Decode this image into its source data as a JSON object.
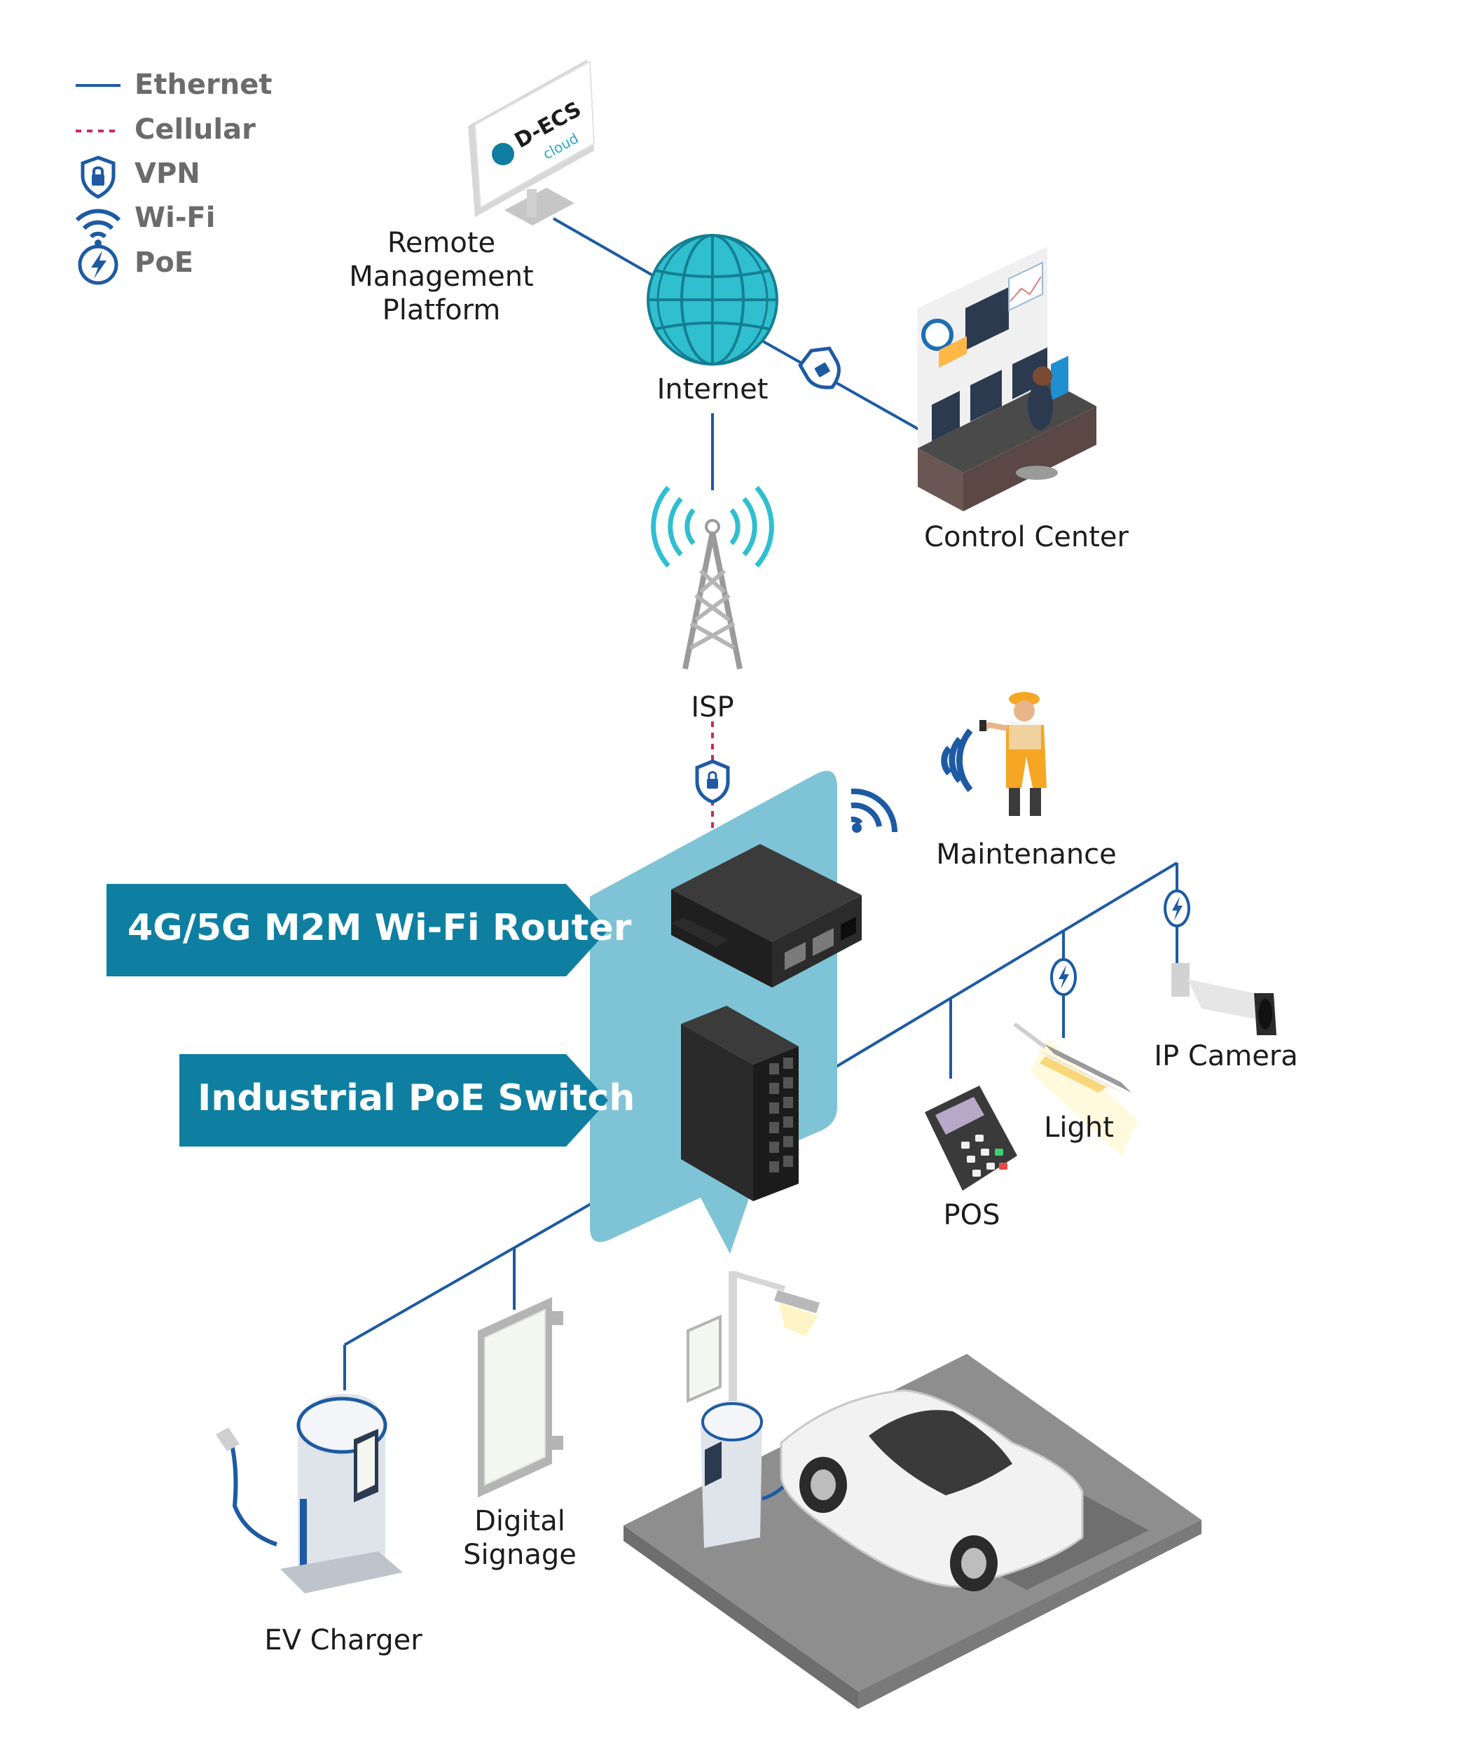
{
  "legend": {
    "items": [
      {
        "label": "Ethernet",
        "icon": "ethernet-line-icon"
      },
      {
        "label": "Cellular",
        "icon": "cellular-dashed-line-icon"
      },
      {
        "label": "VPN",
        "icon": "vpn-shield-icon"
      },
      {
        "label": "Wi-Fi",
        "icon": "wifi-icon"
      },
      {
        "label": "PoE",
        "icon": "poe-bolt-icon"
      }
    ]
  },
  "nodes": {
    "remote_platform": {
      "line1": "Remote",
      "line2": "Management",
      "line3": "Platform",
      "screen_logo": "D-ECS",
      "screen_sub": "cloud"
    },
    "internet": "Internet",
    "control_center": "Control Center",
    "isp": "ISP",
    "maintenance": "Maintenance",
    "ip_camera": "IP Camera",
    "light": "Light",
    "pos": "POS",
    "digital_signage": {
      "line1": "Digital",
      "line2": "Signage"
    },
    "ev_charger": "EV Charger"
  },
  "banners": {
    "router": "4G/5G M2M Wi-Fi Router",
    "switch": "Industrial PoE Switch"
  },
  "colors": {
    "ethernet": "#1d5aa3",
    "cellular": "#d4235f",
    "banner": "#0e7fa0",
    "highlight": "#7fc3d6",
    "globe": "#2fbfcf",
    "legend_text": "#6b6b6b"
  }
}
